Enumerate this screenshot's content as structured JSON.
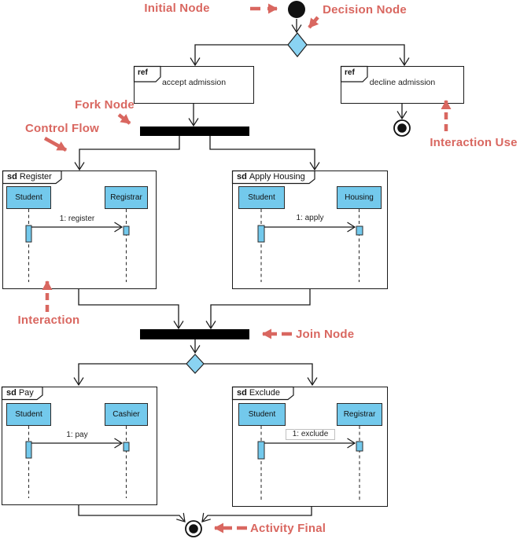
{
  "colors": {
    "annotation": "#d96760",
    "node_fill": "#73c9ec",
    "decision_fill": "#8ad3f2",
    "bar_fill": "#000000",
    "line": "#1a1a1a"
  },
  "annotations": {
    "initial_node": "Initial Node",
    "decision_node": "Decision Node",
    "fork_node": "Fork Node",
    "control_flow": "Control Flow",
    "interaction_use": "Interaction Use",
    "interaction": "Interaction",
    "join_node": "Join Node",
    "activity_final": "Activity Final"
  },
  "ref_frames": [
    {
      "tag": "ref",
      "name": "accept admission"
    },
    {
      "tag": "ref",
      "name": "decline admission"
    }
  ],
  "interactions": [
    {
      "tag": "sd",
      "name": "Register",
      "lifelines": [
        "Student",
        "Registrar"
      ],
      "message": "1: register"
    },
    {
      "tag": "sd",
      "name": "Apply Housing",
      "lifelines": [
        "Student",
        "Housing"
      ],
      "message": "1: apply"
    },
    {
      "tag": "sd",
      "name": "Pay",
      "lifelines": [
        "Student",
        "Cashier"
      ],
      "message": "1: pay"
    },
    {
      "tag": "sd",
      "name": "Exclude",
      "lifelines": [
        "Student",
        "Registrar"
      ],
      "message": "1: exclude"
    }
  ]
}
